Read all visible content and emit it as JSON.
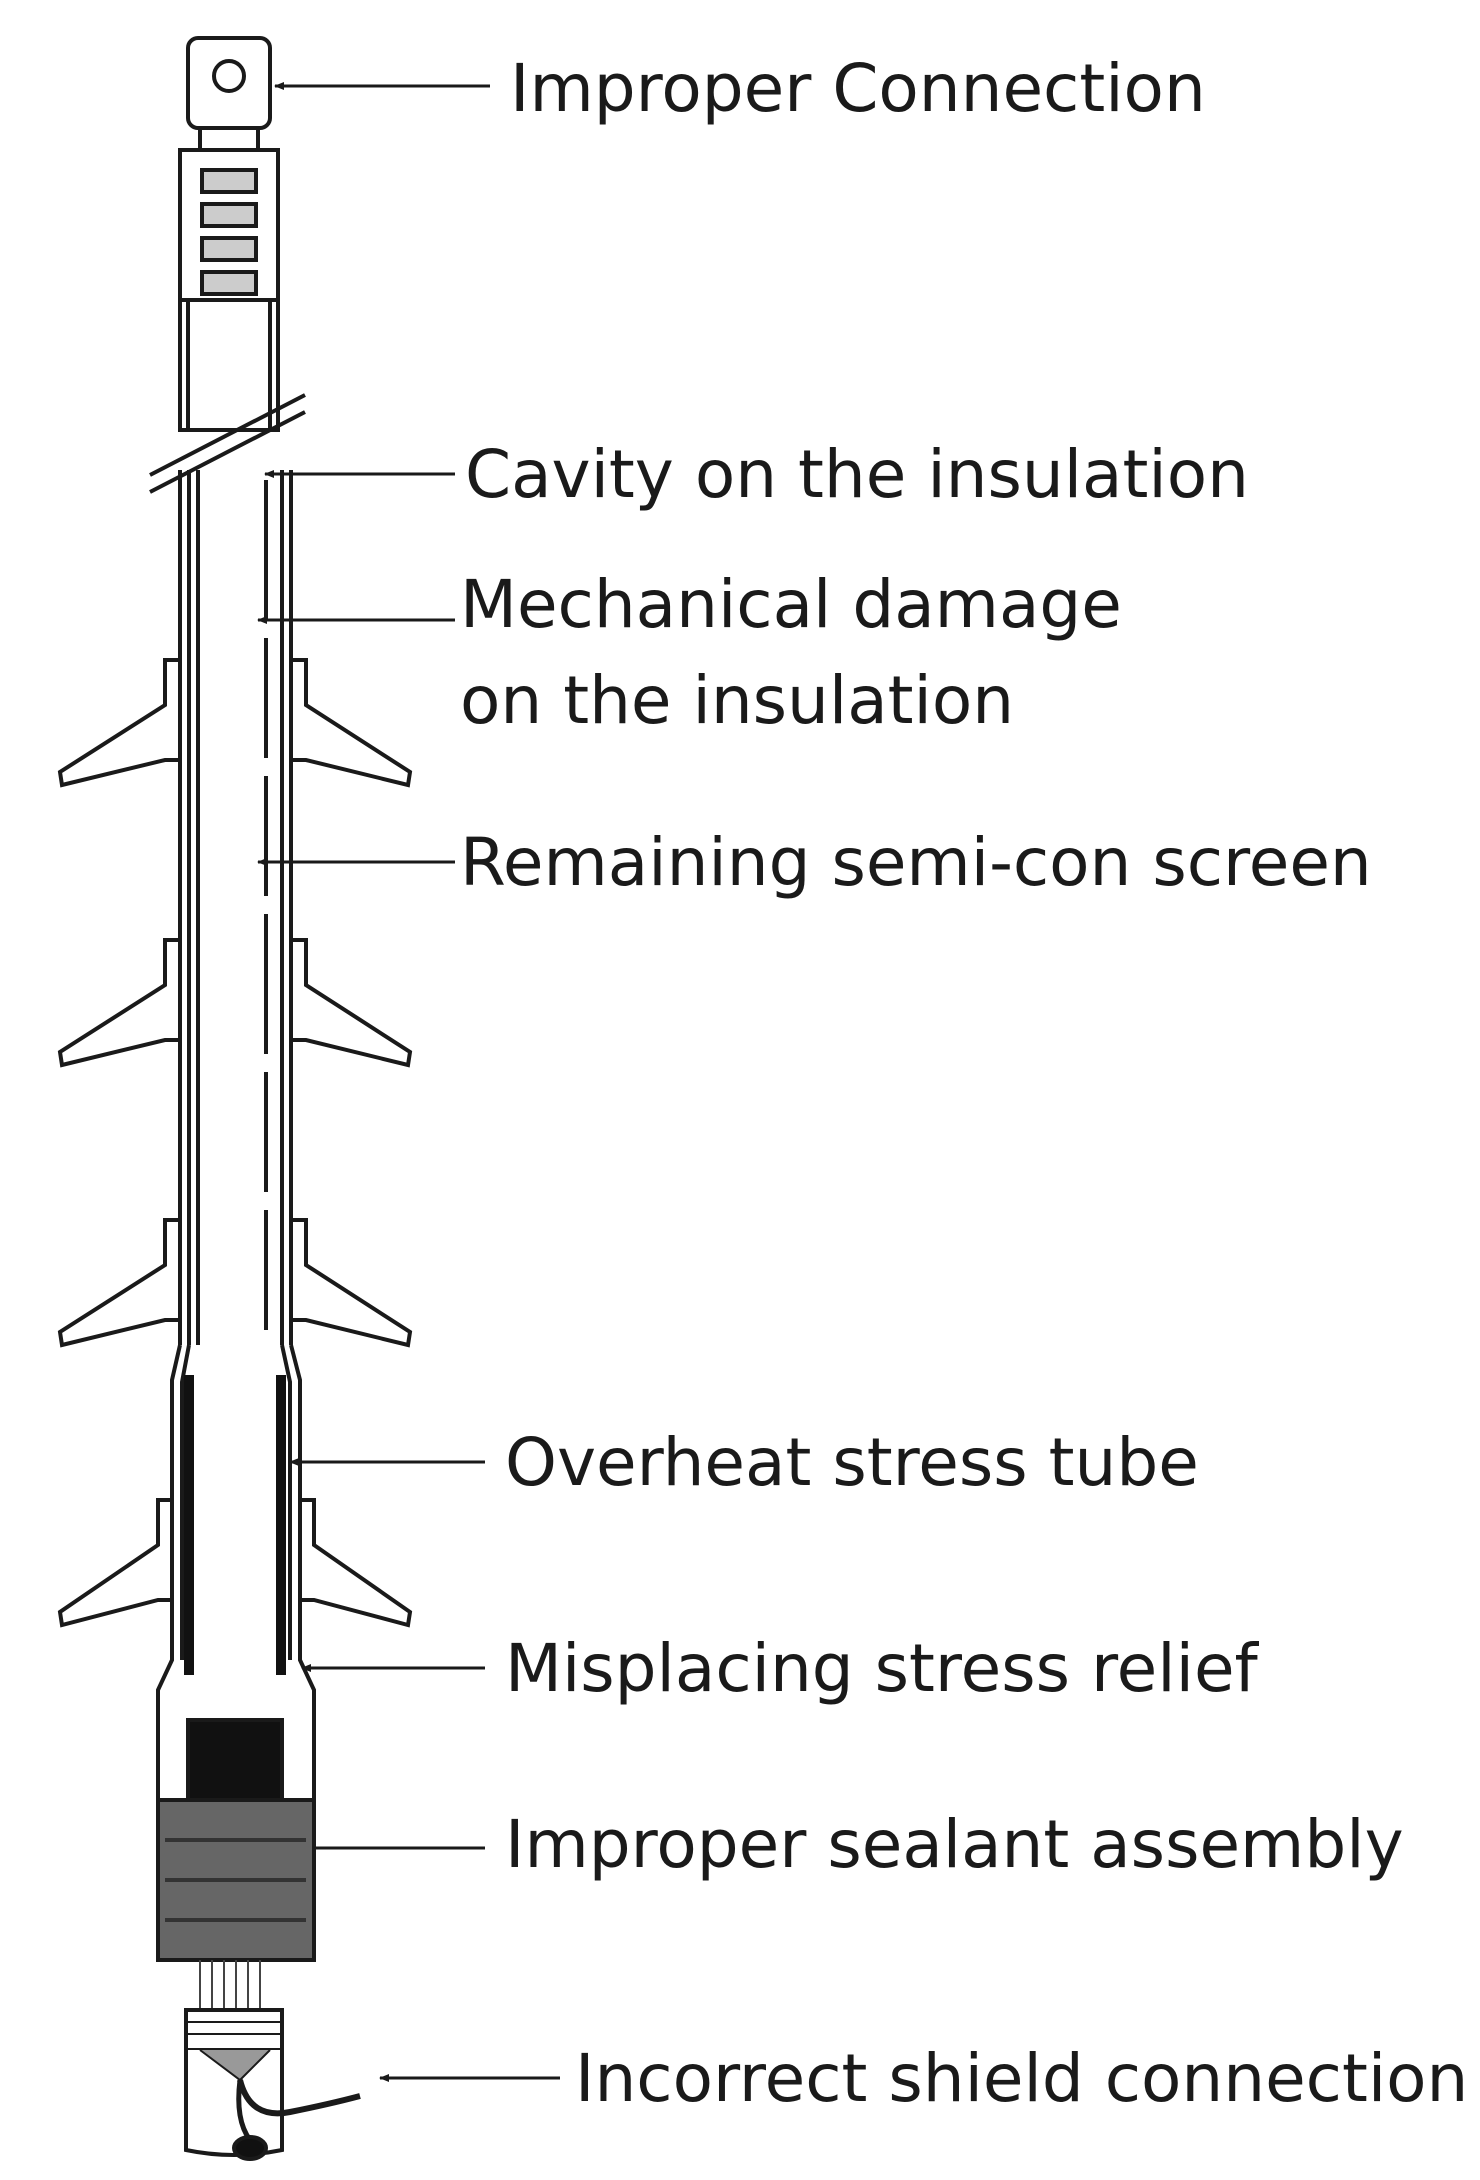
{
  "labels": {
    "improper_connection": "Improper Connection",
    "cavity": "Cavity on the insulation",
    "mechanical_line1": "Mechanical damage",
    "mechanical_line2": "on the insulation",
    "semicon": "Remaining semi-con screen",
    "overheat": "Overheat stress tube",
    "misplacing": "Misplacing stress relief",
    "sealant": "Improper sealant assembly",
    "shield": "Incorrect shield connection"
  },
  "colors": {
    "stroke": "#1a1a1a",
    "fill_light": "#ffffff",
    "fill_dark": "#111111",
    "fill_gray": "#555555"
  }
}
